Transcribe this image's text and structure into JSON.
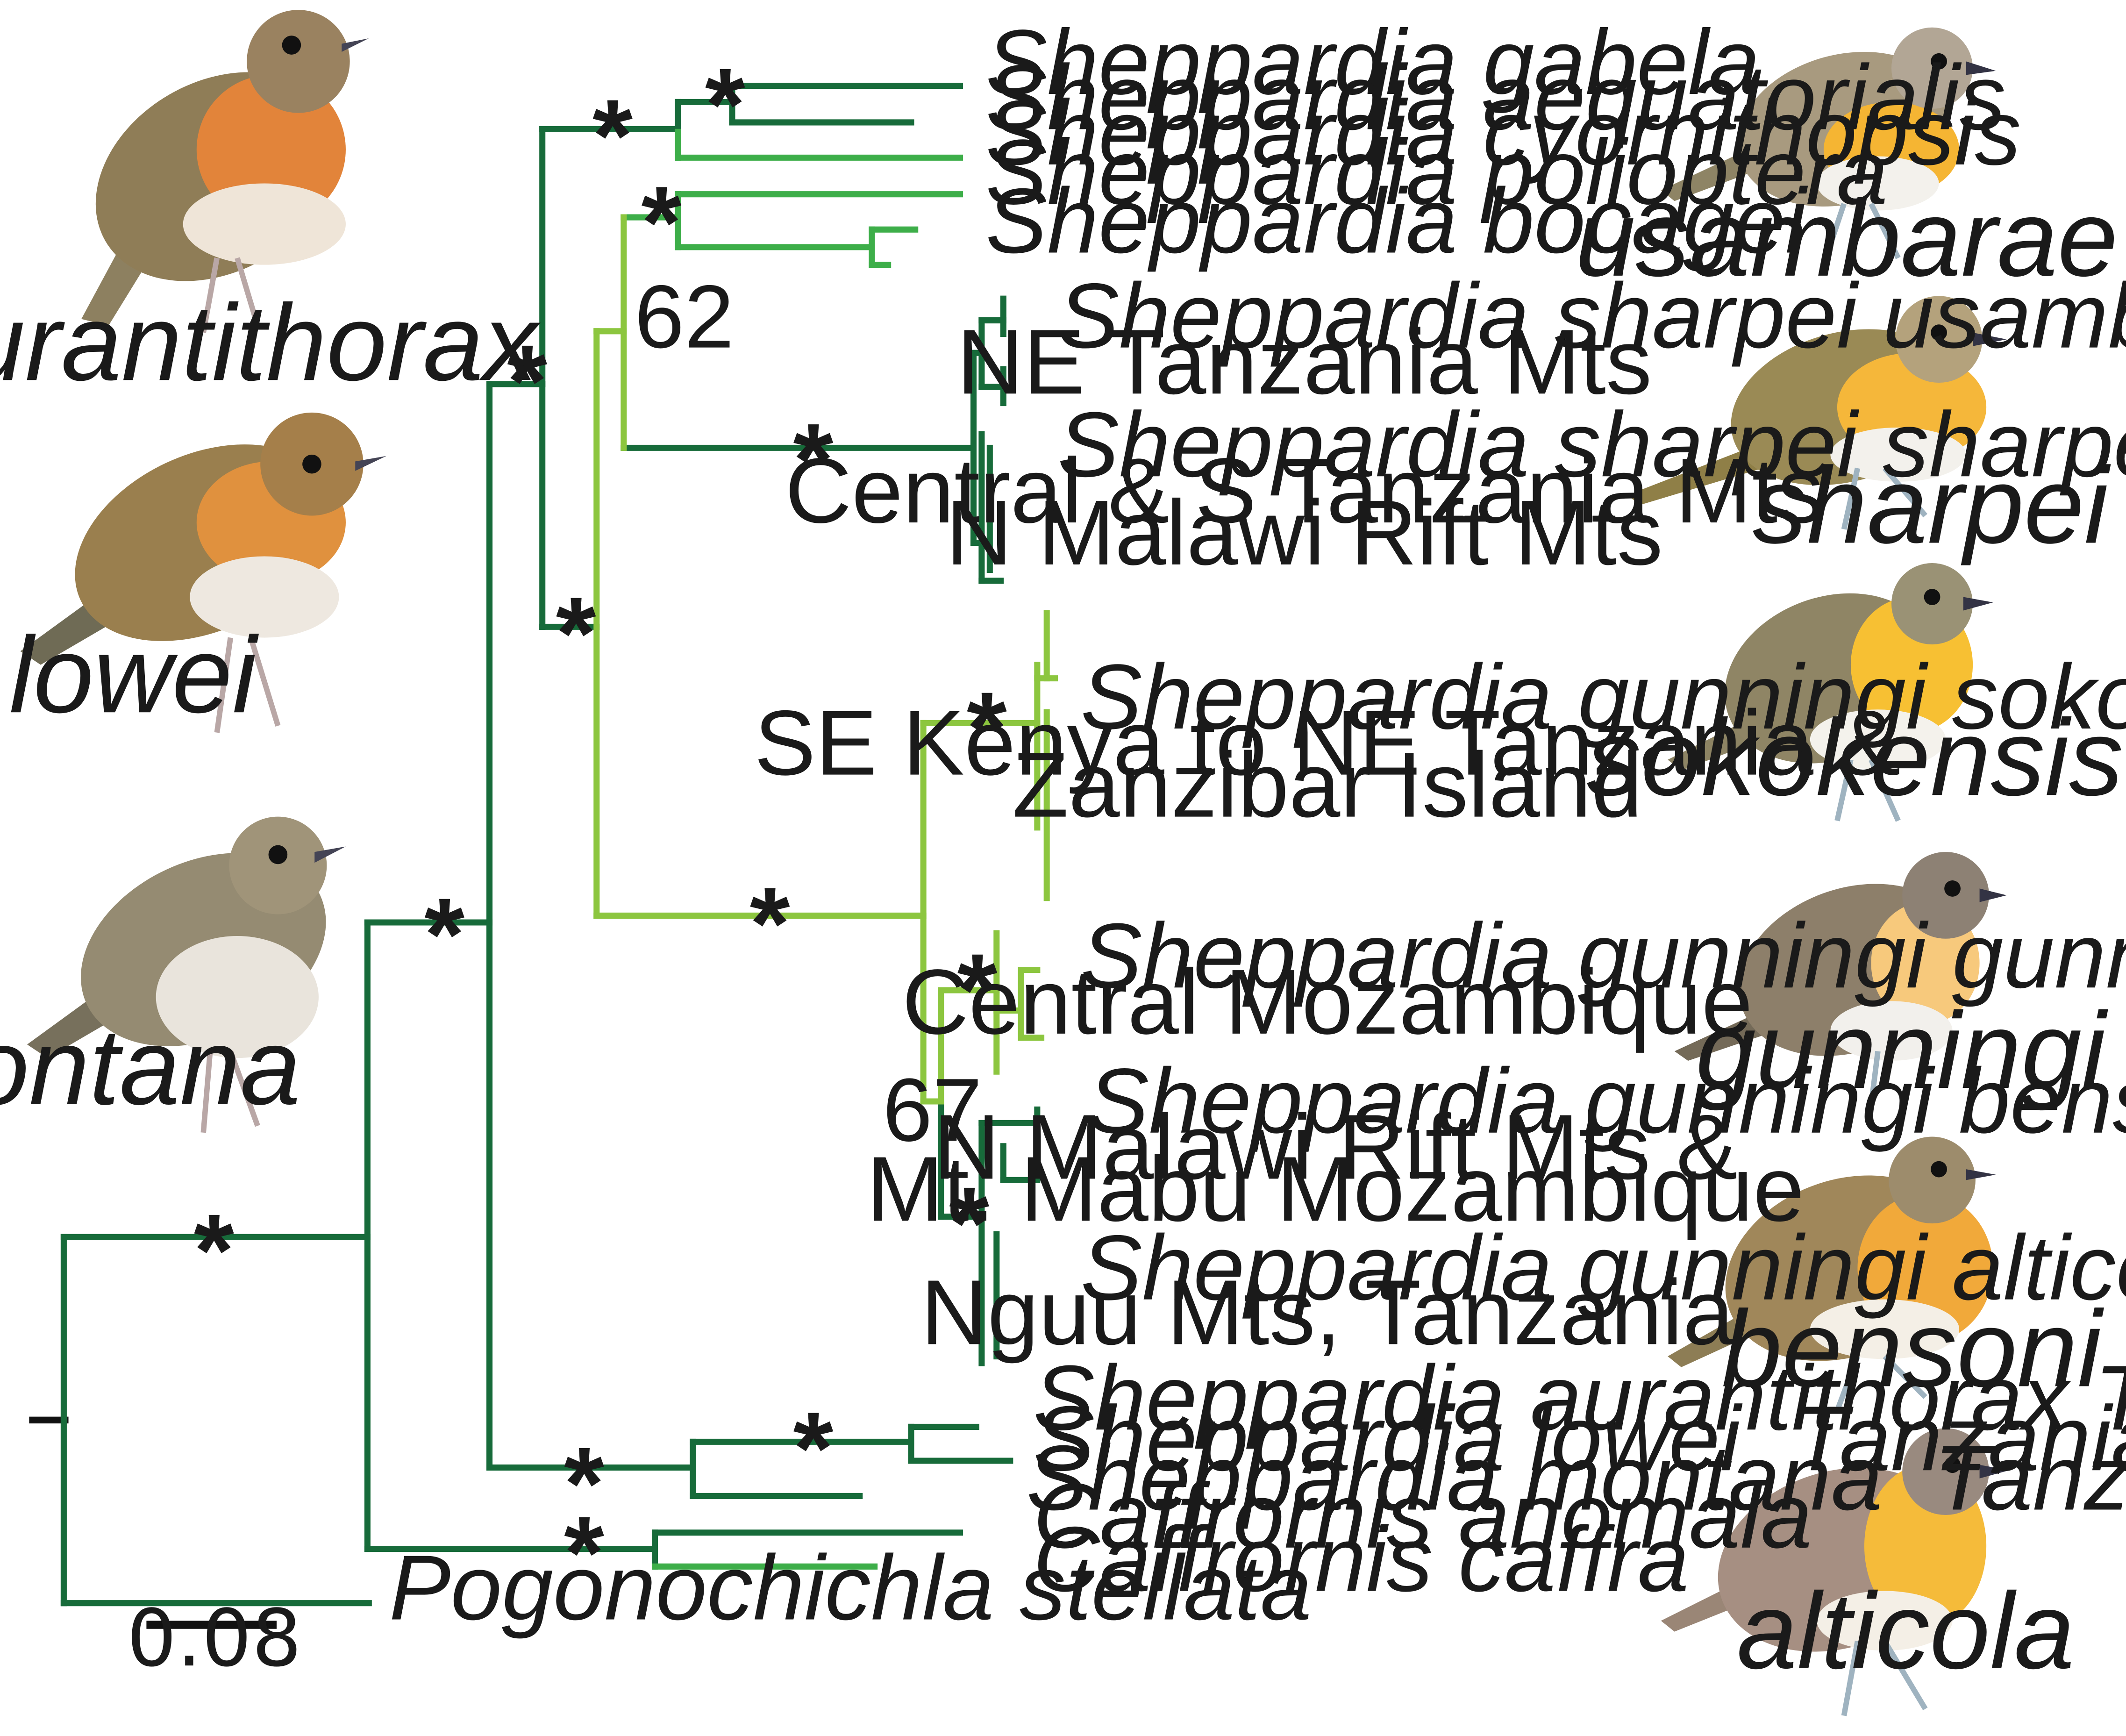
{
  "colors": {
    "dark": "#176B3A",
    "medium": "#3DAE49",
    "light": "#8CC63F",
    "root": "#111111"
  },
  "taxa": {
    "gabela": "Sheppardia gabela",
    "aequatorialis": "Sheppardia aequatorialis",
    "cyornithopsis": "Sheppardia cyornithopsis",
    "polioptera": "Sheppardia polioptera",
    "bocagei": "Sheppardia bocagei",
    "usambarae": "Sheppardia sharpei usambarae",
    "sharpei": "Sheppardia sharpei sharpei",
    "sokokensis": "Sheppardia gunningi sokokensis",
    "gunningi": "Sheppardia gunningi gunningi",
    "bensoni": "Sheppardia gunningi bensoni",
    "alticola": "Sheppardia gunningi alticola",
    "aurantithorax": "Sheppardia aurantithorax Tanzania",
    "lowei": "Sheppardia lowei  Tanzania",
    "montana": "Sheppardia montana  Tanzania",
    "anomala": "Caffrornis anomala",
    "caffra": "Caffrornis caffra",
    "stellata": "Pogonochichla stellata"
  },
  "localities": {
    "usambarae": [
      "NE Tanzania Mts"
    ],
    "sharpei": [
      "Central & S Tanzania Mts",
      "N Malawi Rift Mts"
    ],
    "sokokensis": [
      "SE Kenya to NE Tanzania &",
      "Zanzibar Island"
    ],
    "gunningi": [
      "Central Mozambique"
    ],
    "bensoni": [
      "N Malawi Rift Mts &",
      "Mt. Mabu Mozambique"
    ],
    "alticola": [
      "Nguu Mts, Tanzania"
    ]
  },
  "support": {
    "star": "*",
    "v62": "62",
    "v67": "67"
  },
  "scale": {
    "label": "0.08",
    "value": 0.08
  },
  "bird_labels_left": [
    "aurantithorax",
    "lowei",
    "montana"
  ],
  "bird_labels_right": [
    "usambarae",
    "sharpei",
    "sokokensis",
    "gunningi",
    "bensoni",
    "alticola"
  ]
}
